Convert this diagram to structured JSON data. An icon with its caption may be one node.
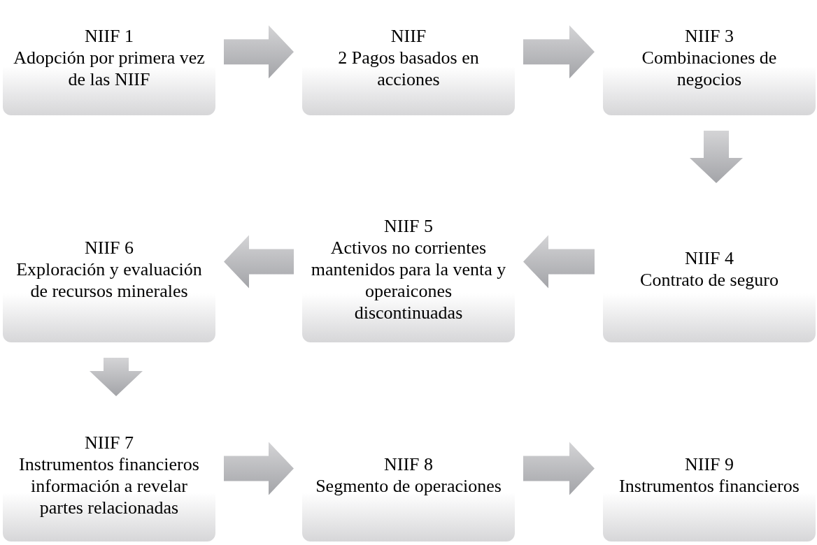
{
  "diagram": {
    "nodes": [
      {
        "text": [
          "NIIF 1",
          "Adopción por primera vez de las NIIF"
        ]
      },
      {
        "text": [
          "NIIF",
          "2 Pagos basados en acciones"
        ]
      },
      {
        "text": [
          "NIIF 3",
          "Combinaciones de negocios"
        ]
      },
      {
        "text": [
          "NIIF 4",
          "Contrato de seguro"
        ]
      },
      {
        "text": [
          "NIIF 5",
          "Activos no corrientes mantenidos para la venta y operaicones discontinuadas"
        ]
      },
      {
        "text": [
          "NIIF 6",
          "Exploración y evaluación de recursos minerales"
        ]
      },
      {
        "text": [
          "NIIF 7",
          "Instrumentos financieros información a revelar partes relacionadas"
        ]
      },
      {
        "text": [
          "NIIF 8",
          "Segmento de operaciones"
        ]
      },
      {
        "text": [
          "NIIF 9",
          "Instrumentos financieros"
        ]
      }
    ],
    "edges": [
      {
        "from": 0,
        "to": 1,
        "arrow": "to"
      },
      {
        "from": 1,
        "to": 2,
        "arrow": "to"
      },
      {
        "from": 2,
        "to": 3,
        "arrow": "to"
      },
      {
        "from": 3,
        "to": 4,
        "arrow": "to"
      },
      {
        "from": 4,
        "to": 5,
        "arrow": "to"
      },
      {
        "from": 5,
        "to": 6,
        "arrow": "to"
      },
      {
        "from": 6,
        "to": 7,
        "arrow": "to"
      },
      {
        "from": 7,
        "to": 8,
        "arrow": "to"
      }
    ]
  }
}
